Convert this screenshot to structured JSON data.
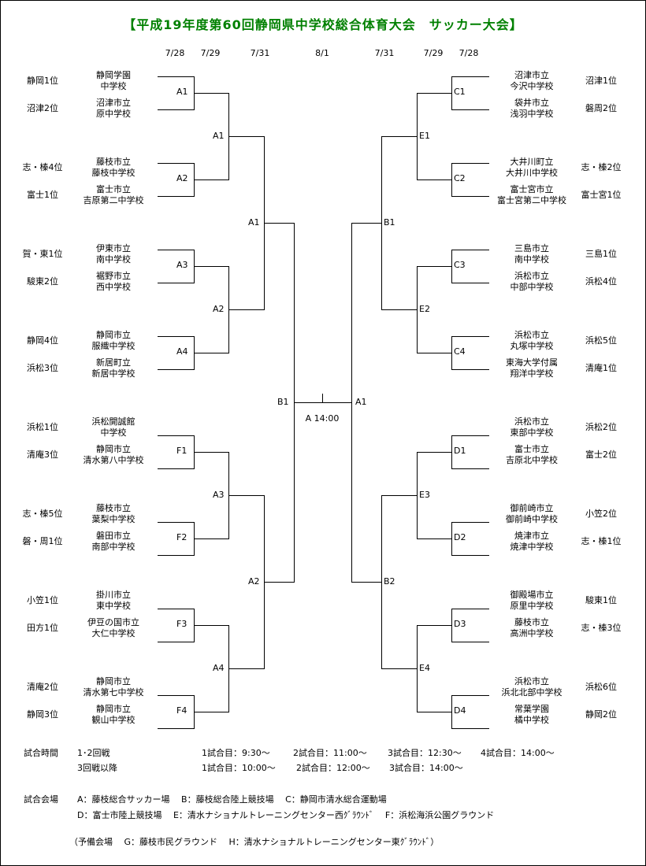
{
  "title": "【平成19年度第60回静岡県中学校総合体育大会　サッカー大会】",
  "dates": {
    "left_r1": "7/28",
    "left_r2": "7/29",
    "left_r3": "7/31",
    "final": "8/1",
    "right_r3": "7/31",
    "right_r2": "7/29",
    "right_r1": "7/28"
  },
  "left_teams": [
    {
      "seed": "静岡1位",
      "school": [
        "静岡学園",
        "中学校"
      ]
    },
    {
      "seed": "沼津2位",
      "school": [
        "沼津市立",
        "原中学校"
      ]
    },
    {
      "seed": "志・榛4位",
      "school": [
        "藤枝市立",
        "藤枝中学校"
      ]
    },
    {
      "seed": "富士1位",
      "school": [
        "富士市立",
        "吉原第二中学校"
      ]
    },
    {
      "seed": "賀・東1位",
      "school": [
        "伊東市立",
        "南中学校"
      ]
    },
    {
      "seed": "駿東2位",
      "school": [
        "裾野市立",
        "西中学校"
      ]
    },
    {
      "seed": "静岡4位",
      "school": [
        "静岡市立",
        "服織中学校"
      ]
    },
    {
      "seed": "浜松3位",
      "school": [
        "新居町立",
        "新居中学校"
      ]
    },
    {
      "seed": "浜松1位",
      "school": [
        "浜松開誠館",
        "中学校"
      ]
    },
    {
      "seed": "清庵3位",
      "school": [
        "静岡市立",
        "清水第八中学校"
      ]
    },
    {
      "seed": "志・榛5位",
      "school": [
        "藤枝市立",
        "葉梨中学校"
      ]
    },
    {
      "seed": "磐・周1位",
      "school": [
        "磐田市立",
        "南部中学校"
      ]
    },
    {
      "seed": "小笠1位",
      "school": [
        "掛川市立",
        "東中学校"
      ]
    },
    {
      "seed": "田方1位",
      "school": [
        "伊豆の国市立",
        "大仁中学校"
      ]
    },
    {
      "seed": "清庵2位",
      "school": [
        "静岡市立",
        "清水第七中学校"
      ]
    },
    {
      "seed": "静岡3位",
      "school": [
        "静岡市立",
        "観山中学校"
      ]
    }
  ],
  "right_teams": [
    {
      "seed": "沼津1位",
      "school": [
        "沼津市立",
        "今沢中学校"
      ]
    },
    {
      "seed": "磐周2位",
      "school": [
        "袋井市立",
        "浅羽中学校"
      ]
    },
    {
      "seed": "志・榛2位",
      "school": [
        "大井川町立",
        "大井川中学校"
      ]
    },
    {
      "seed": "富士宮1位",
      "school": [
        "富士宮市立",
        "富士宮第二中学校"
      ]
    },
    {
      "seed": "三島1位",
      "school": [
        "三島市立",
        "南中学校"
      ]
    },
    {
      "seed": "浜松4位",
      "school": [
        "浜松市立",
        "中部中学校"
      ]
    },
    {
      "seed": "浜松5位",
      "school": [
        "浜松市立",
        "丸塚中学校"
      ]
    },
    {
      "seed": "清庵1位",
      "school": [
        "東海大学付属",
        "翔洋中学校"
      ]
    },
    {
      "seed": "浜松2位",
      "school": [
        "浜松市立",
        "東部中学校"
      ]
    },
    {
      "seed": "富士2位",
      "school": [
        "富士市立",
        "吉原北中学校"
      ]
    },
    {
      "seed": "小笠2位",
      "school": [
        "御前崎市立",
        "御前崎中学校"
      ]
    },
    {
      "seed": "志・榛1位",
      "school": [
        "焼津市立",
        "焼津中学校"
      ]
    },
    {
      "seed": "駿東1位",
      "school": [
        "御殿場市立",
        "原里中学校"
      ]
    },
    {
      "seed": "志・榛3位",
      "school": [
        "藤枝市立",
        "高洲中学校"
      ]
    },
    {
      "seed": "浜松6位",
      "school": [
        "浜松市立",
        "浜北北部中学校"
      ]
    },
    {
      "seed": "静岡2位",
      "school": [
        "常葉学園",
        "橘中学校"
      ]
    }
  ],
  "left_r1_labels": [
    "A1",
    "A2",
    "A3",
    "A4",
    "F1",
    "F2",
    "F3",
    "F4"
  ],
  "left_r2_labels": [
    "A1",
    "A2",
    "A3",
    "A4"
  ],
  "left_r3_labels": [
    "A1",
    "A2"
  ],
  "right_r1_labels": [
    "C1",
    "C2",
    "C3",
    "C4",
    "D1",
    "D2",
    "D3",
    "D4"
  ],
  "right_r2_labels": [
    "E1",
    "E2",
    "E3",
    "E4"
  ],
  "right_r3_labels": [
    "B1",
    "B2"
  ],
  "final": {
    "left_label": "B1",
    "right_label": "A1",
    "venue_time": "A 14:00"
  },
  "schedule": {
    "label": "試合時間",
    "rows": [
      {
        "round": "1･2回戦",
        "times": [
          "1試合目：9:30～",
          "2試合目：11:00～",
          "3試合目：12:30～",
          "4試合目：14:00～"
        ]
      },
      {
        "round": "3回戦以降",
        "times": [
          "1試合目：10:00～",
          "2試合目：12:00～",
          "3試合目：14:00～"
        ]
      }
    ]
  },
  "venues": {
    "label": "試合会場",
    "line1": "A：藤枝総合サッカー場　 B：藤枝総合陸上競技場　 C：静岡市清水総合運動場",
    "line2": "D：富士市陸上競技場　 E：清水ナショナルトレーニングセンター西ｸﾞﾗｳﾝﾄﾞ　 F：浜松海浜公園グラウンド",
    "reserve": "（予備会場　 G：藤枝市民グラウンド　 H：清水ナショナルトレーニングセンター東ｸﾞﾗｳﾝﾄﾞ）"
  }
}
